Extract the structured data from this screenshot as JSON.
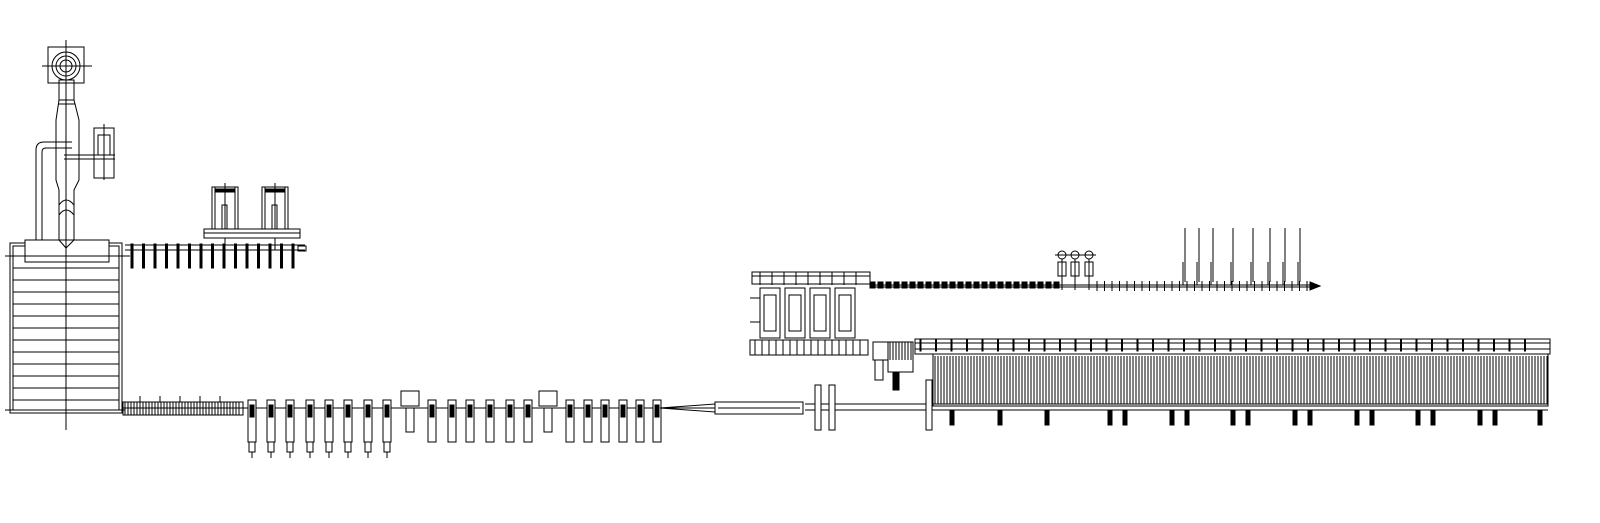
{
  "drawing": {
    "line_color": "#000000",
    "background_color": "#ffffff",
    "furnace_skid_rows": 13,
    "upper_roller_count": 15,
    "mill_stand_count": 22,
    "cooling_bed_notches": 40,
    "shear_lines": 8,
    "pinch_units": 3
  }
}
